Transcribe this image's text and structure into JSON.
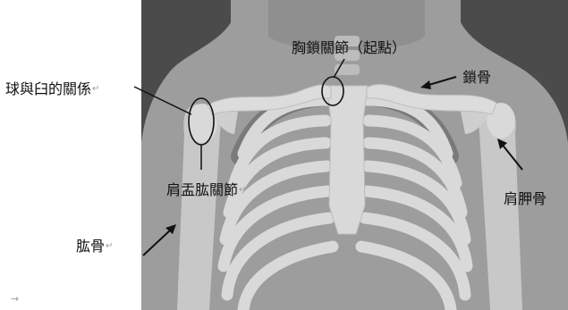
{
  "labels": {
    "sternoclavicular": "胸鎖關節（起點）",
    "ball_socket": "球與臼的關係",
    "clavicle": "鎖骨",
    "glenohumeral": "肩盂肱關節",
    "scapula": "肩胛骨",
    "humerus": "肱骨"
  },
  "paragraph_mark": "↵",
  "trailing_mark": "→",
  "colors": {
    "backdrop": "#4b4b4b",
    "skin": "#9d9d9d",
    "bone": "#d9d9d9",
    "bone_shade": "#bdbdbd",
    "annotation": "#111111"
  }
}
